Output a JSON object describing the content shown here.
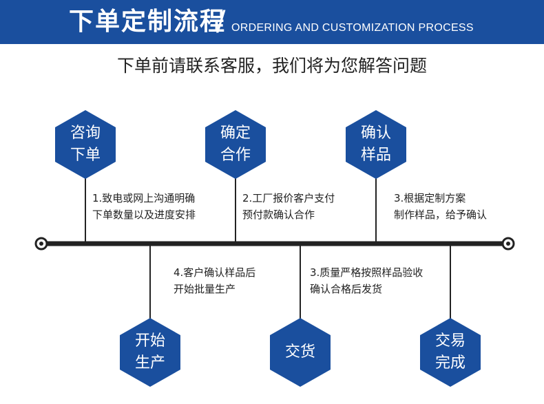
{
  "header": {
    "title_cn": "下单定制流程",
    "slash": "/",
    "title_en": "ORDERING AND CUSTOMIZATION PROCESS"
  },
  "tagline": "下单前请联系客服，我们将为您解答问题",
  "colors": {
    "brand_blue": "#1a4f9e",
    "timeline": "#222222",
    "text": "#222222"
  },
  "steps": [
    {
      "node": "咨询\n下单",
      "description": "1.致电或网上沟通明确\n下单数量以及进度安排"
    },
    {
      "node": "确定\n合作",
      "description": "2.工厂报价客户支付\n预付款确认合作"
    },
    {
      "node": "确认\n样品",
      "description": "3.根据定制方案\n制作样品，给予确认"
    },
    {
      "node": "开始\n生产",
      "description": "4.客户确认样品后\n开始批量生产"
    },
    {
      "node": "交货",
      "description": "3.质量严格按照样品验收\n确认合格后发货"
    },
    {
      "node": "交易\n完成",
      "description": ""
    }
  ]
}
